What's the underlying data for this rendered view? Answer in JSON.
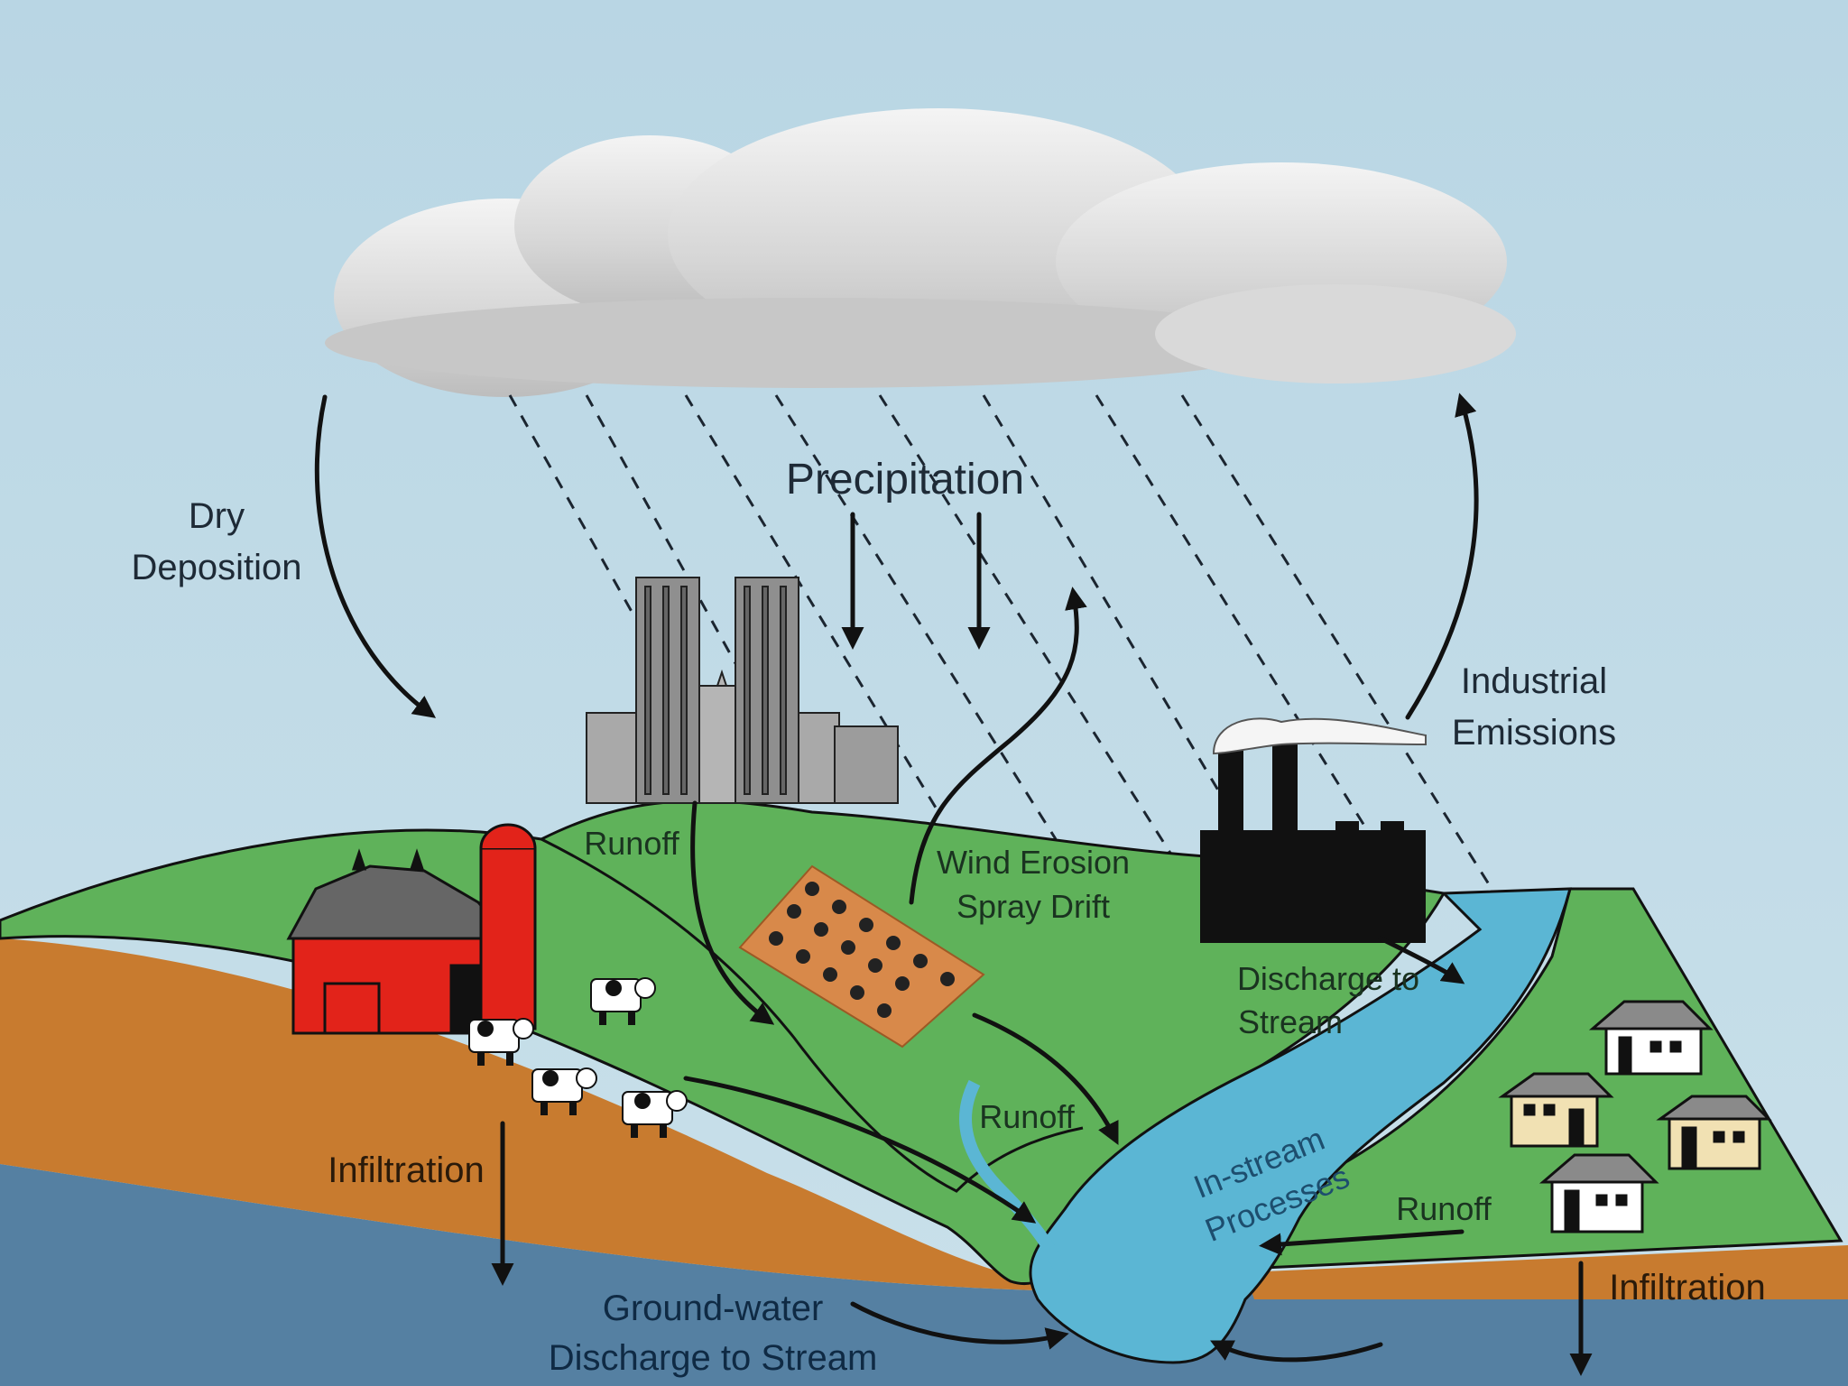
{
  "labels": {
    "dry_deposition": [
      "Dry",
      "Deposition"
    ],
    "precipitation": "Precipitation",
    "industrial_emissions": [
      "Industrial",
      "Emissions"
    ],
    "runoff_hill": "Runoff",
    "wind_erosion": [
      "Wind Erosion",
      "Spray Drift"
    ],
    "discharge_stream": [
      "Discharge to",
      "Stream"
    ],
    "runoff_field": "Runoff",
    "in_stream": [
      "In-stream",
      "Processes"
    ],
    "runoff_town": "Runoff",
    "infiltration_left": "Infiltration",
    "infiltration_right": "Infiltration",
    "groundwater": [
      "Ground-water",
      "Discharge to Stream"
    ]
  },
  "colors": {
    "sky": "#bcd7e4",
    "cloud": "#d9d9d9",
    "grass": "#5fb25a",
    "soil": "#c87b2f",
    "groundwater": "#5580a2",
    "stream": "#5bb6d4",
    "barn": "#e2231a",
    "factory": "#111111",
    "house_wall": "#f1e1b3",
    "roof": "#8a8a8a"
  },
  "icons": [
    "cloud-icon",
    "city-skyline-icon",
    "barn-icon",
    "silo-icon",
    "cow-icon",
    "crop-field-icon",
    "factory-icon",
    "smoke-icon",
    "house-icon"
  ]
}
